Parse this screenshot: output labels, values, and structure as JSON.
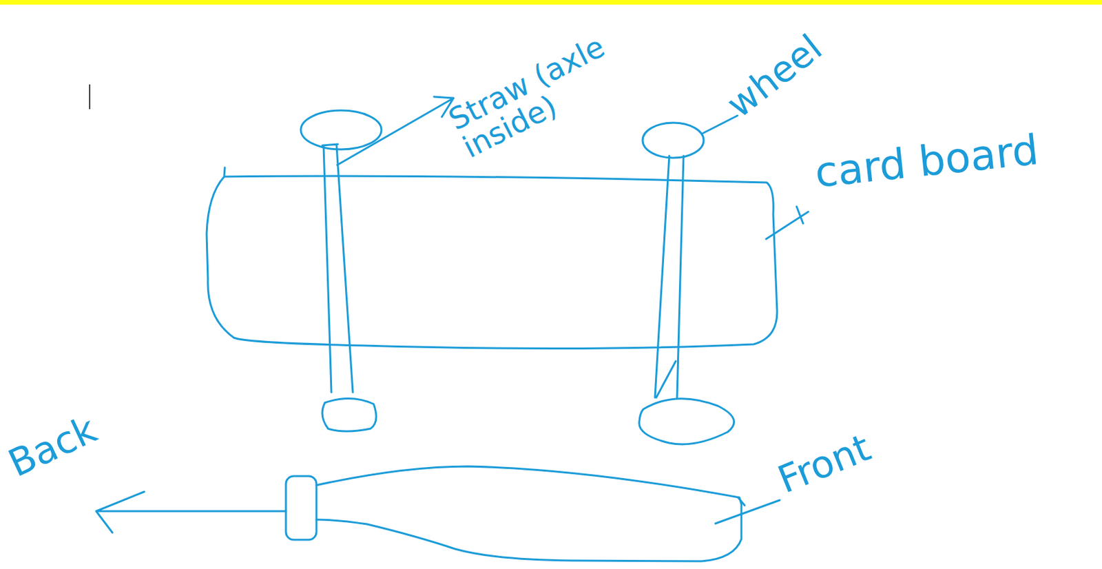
{
  "diagram": {
    "labels": [
      "Straw (axle inside)",
      "wheel",
      "card board",
      "Back",
      "Front"
    ]
  }
}
